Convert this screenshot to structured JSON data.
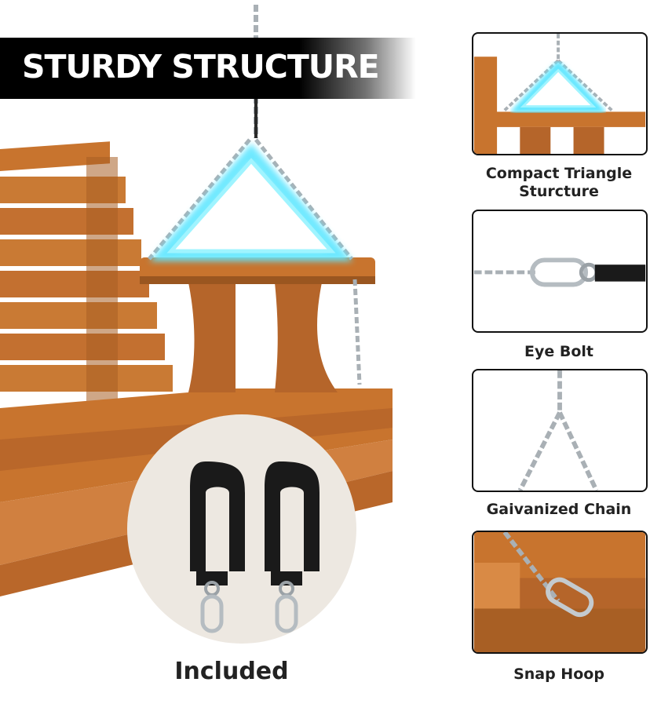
{
  "banner": {
    "title": "STURDY STRUCTURE"
  },
  "included": {
    "label": "Included"
  },
  "features": [
    {
      "line1": "Compact Triangle",
      "line2": "Sturcture",
      "icon": "triangle-structure-icon"
    },
    {
      "line1": "Eye Bolt",
      "icon": "eye-bolt-icon"
    },
    {
      "line1": "Gaivanized Chain",
      "icon": "chain-icon"
    },
    {
      "line1": "Snap Hoop",
      "icon": "snap-hook-icon"
    }
  ],
  "colors": {
    "wood": "#c8742e",
    "wood_dark": "#9a5620",
    "glow": "#5fe6ff",
    "chain": "#a9b0b5",
    "banner": "#000000"
  }
}
